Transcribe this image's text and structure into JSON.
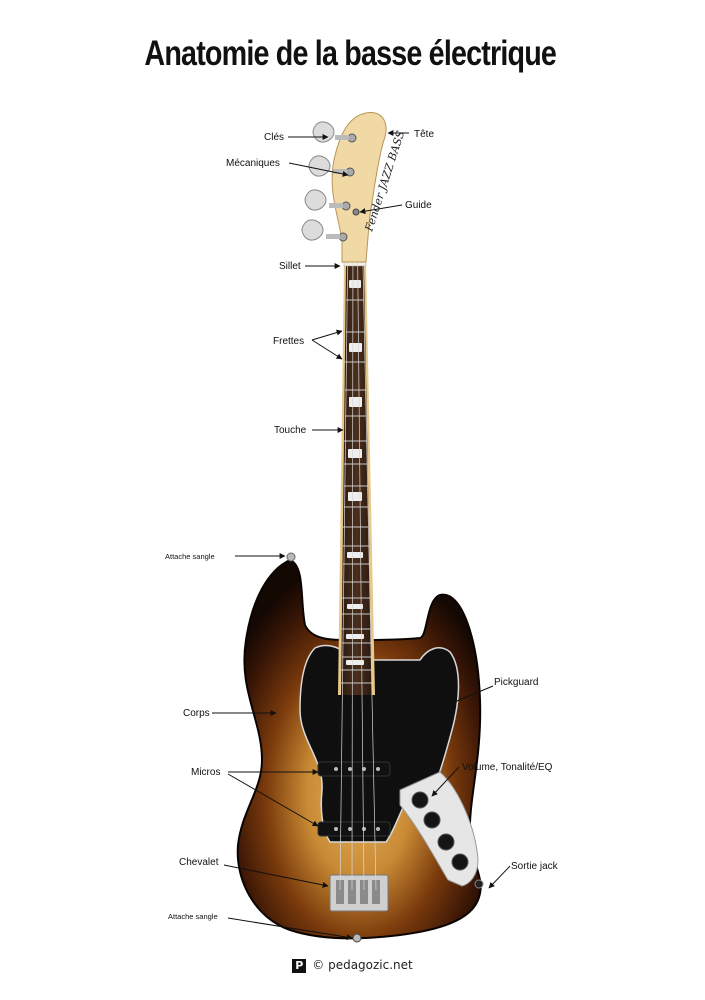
{
  "title": "Anatomie de la basse électrique",
  "labels": {
    "cles": "Clés",
    "tete": "Tête",
    "mecaniques": "Mécaniques",
    "guide": "Guide",
    "sillet": "Sillet",
    "frettes": "Frettes",
    "touche": "Touche",
    "attache_sangle_haut": "Attache sangle",
    "pickguard": "Pickguard",
    "corps": "Corps",
    "micros": "Micros",
    "volume_tonalite": "Volume, Tonalité/EQ",
    "chevalet": "Chevalet",
    "sortie_jack": "Sortie jack",
    "attache_sangle_bas": "Attache sangle"
  },
  "headstock_logo": "Fender JAZZ BASS",
  "footer": {
    "logo": "P",
    "copyright": "©",
    "site": "pedagozic.net"
  },
  "colors": {
    "body_outer": "#1a0b04",
    "body_mid": "#7a3a0c",
    "body_center": "#d9a24a",
    "pickguard": "#0f0f0f",
    "control_plate": "#e6e6e6",
    "fingerboard": "#3a2416",
    "neck": "#e8c98a",
    "headstock": "#f0d9a4"
  }
}
